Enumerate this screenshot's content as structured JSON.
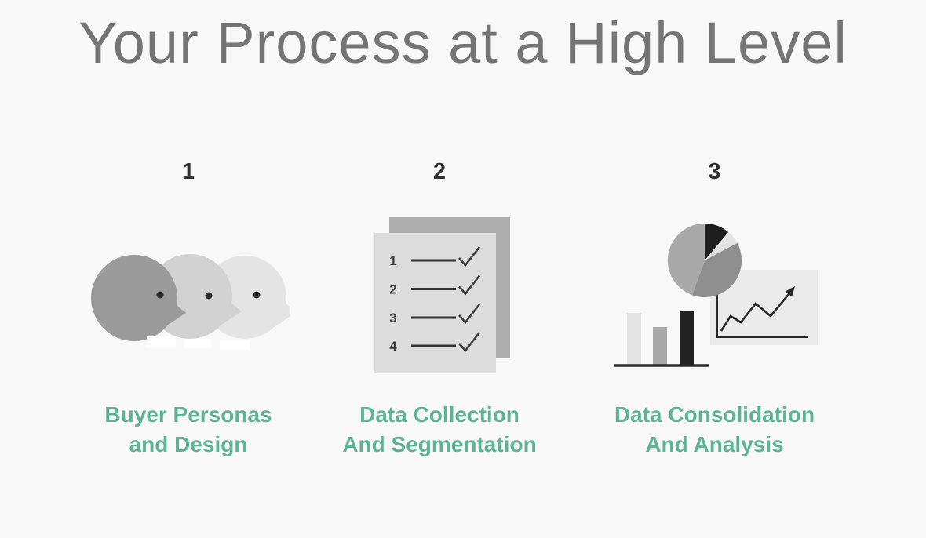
{
  "title": "Your Process at a High Level",
  "steps": [
    {
      "number": "1",
      "label_line1": "Buyer Personas",
      "label_line2": "and Design",
      "icon": "speech-bubbles-icon"
    },
    {
      "number": "2",
      "label_line1": "Data Collection",
      "label_line2": "And Segmentation",
      "icon": "checklist-pages-icon",
      "checklist_items": [
        "1",
        "2",
        "3",
        "4"
      ]
    },
    {
      "number": "3",
      "label_line1": "Data Consolidation",
      "label_line2": "And Analysis",
      "icon": "analytics-charts-icon"
    }
  ],
  "colors": {
    "background": "#f7f8f7",
    "title_gray": "#757575",
    "number_dark": "#2f2f2f",
    "accent_teal": "#5cb396",
    "icon_dark": "#9b9b9b",
    "icon_medium": "#d2d2d2",
    "icon_light": "#e4e4e4",
    "icon_black": "#212121"
  }
}
